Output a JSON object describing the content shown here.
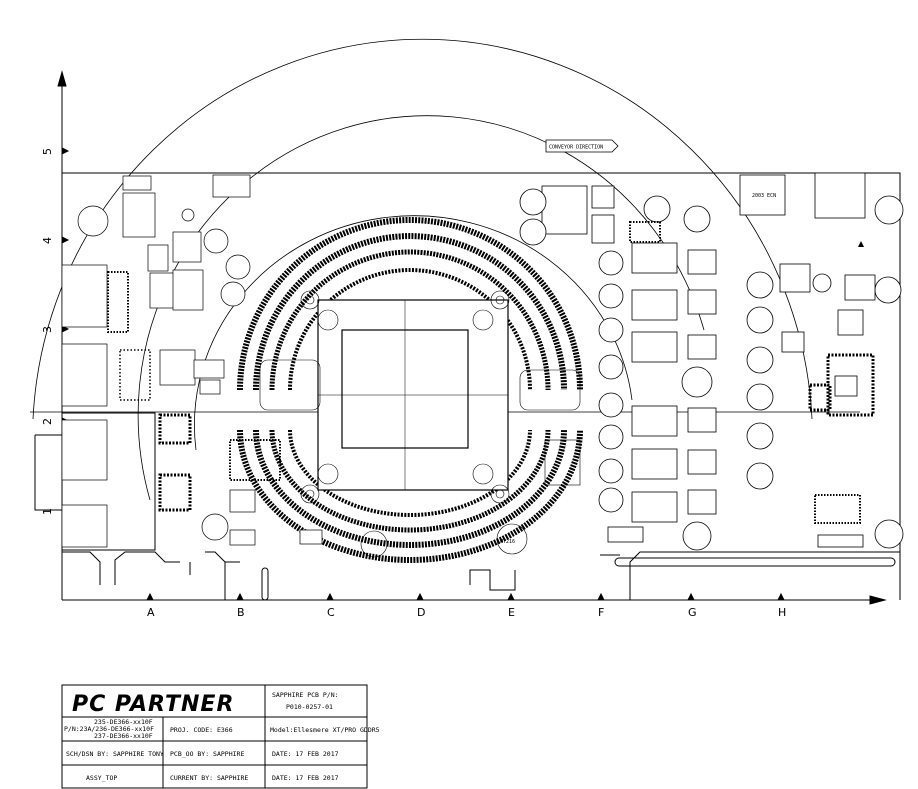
{
  "drawing": {
    "conveyor_label": "CONVEYOR DIRECTION",
    "axis_x_labels": [
      "A",
      "B",
      "C",
      "D",
      "E",
      "F",
      "G",
      "H"
    ],
    "axis_y_labels": [
      "5",
      "4",
      "3",
      "2",
      "1"
    ],
    "ref_mt": "MT216",
    "ref_top_conn": "2003 ECN"
  },
  "title_block": {
    "logo": "PC PARTNER",
    "sapphire_pn_label": "SAPPHIRE PCB P/N:",
    "sapphire_pn": "P010-0257-01",
    "pn_line1": "235-DE366-xx10F",
    "pn_line2": "P/N:23A/236-DE366-xx10F",
    "pn_line3": "237-DE366-xx10F",
    "proj_code": "PROJ. CODE:  E366",
    "model": "Model:Ellesmere XT/PRO GDDR5",
    "sch_by": "SCH/DSN BY: SAPPHIRE TONY",
    "pcb_by": "PCB_OO BY:  SAPPHIRE",
    "date1": "DATE:   17 FEB 2017",
    "assy": "ASSY_TOP",
    "current_by": "CURRENT BY:  SAPPHIRE",
    "date2": "DATE:   17 FEB 2017"
  }
}
